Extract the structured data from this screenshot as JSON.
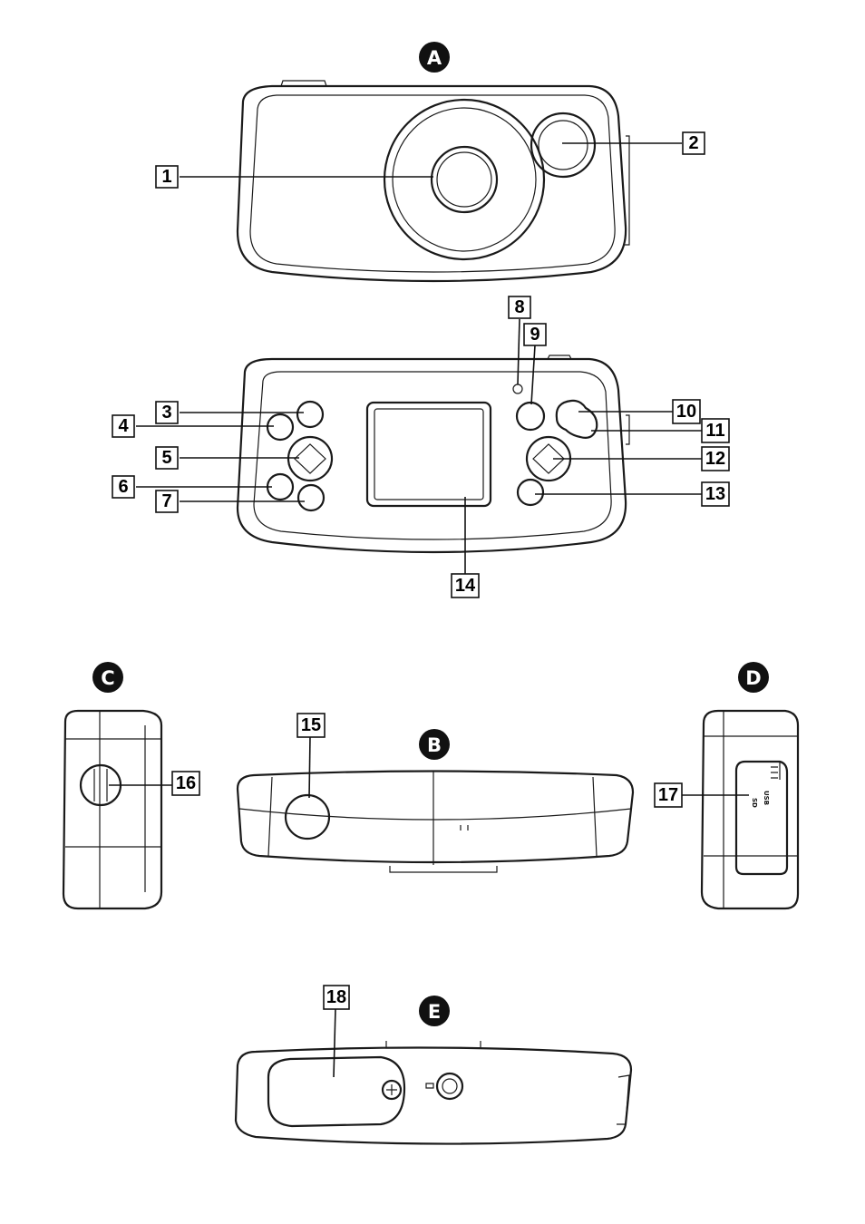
{
  "views": {
    "a": "A",
    "b": "B",
    "c": "C",
    "d": "D",
    "e": "E"
  },
  "callouts": [
    "1",
    "2",
    "3",
    "4",
    "5",
    "6",
    "7",
    "8",
    "9",
    "10",
    "11",
    "12",
    "13",
    "14",
    "15",
    "16",
    "17",
    "18"
  ],
  "port_labels": {
    "sd": "SD",
    "usb": "USB"
  }
}
